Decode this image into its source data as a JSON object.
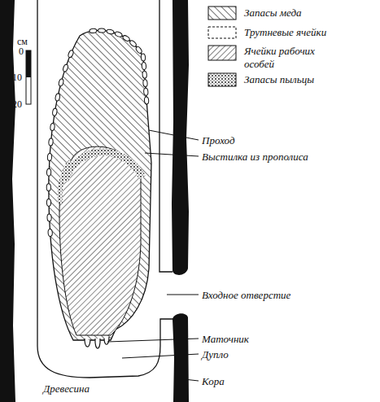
{
  "diagram": {
    "labels": [
      "см",
      "0",
      "10",
      "20",
      "Проход",
      "Выстилка из прополиса",
      "Входное отверстие",
      "Маточник",
      "Дупло",
      "Древесина",
      "Кора"
    ],
    "legend": [
      {
        "text": "Запасы меда"
      },
      {
        "text": "Трутневые ячейки"
      },
      {
        "text": "Ячейки рабочих особей"
      },
      {
        "text": "Запасы пыльцы"
      }
    ]
  }
}
